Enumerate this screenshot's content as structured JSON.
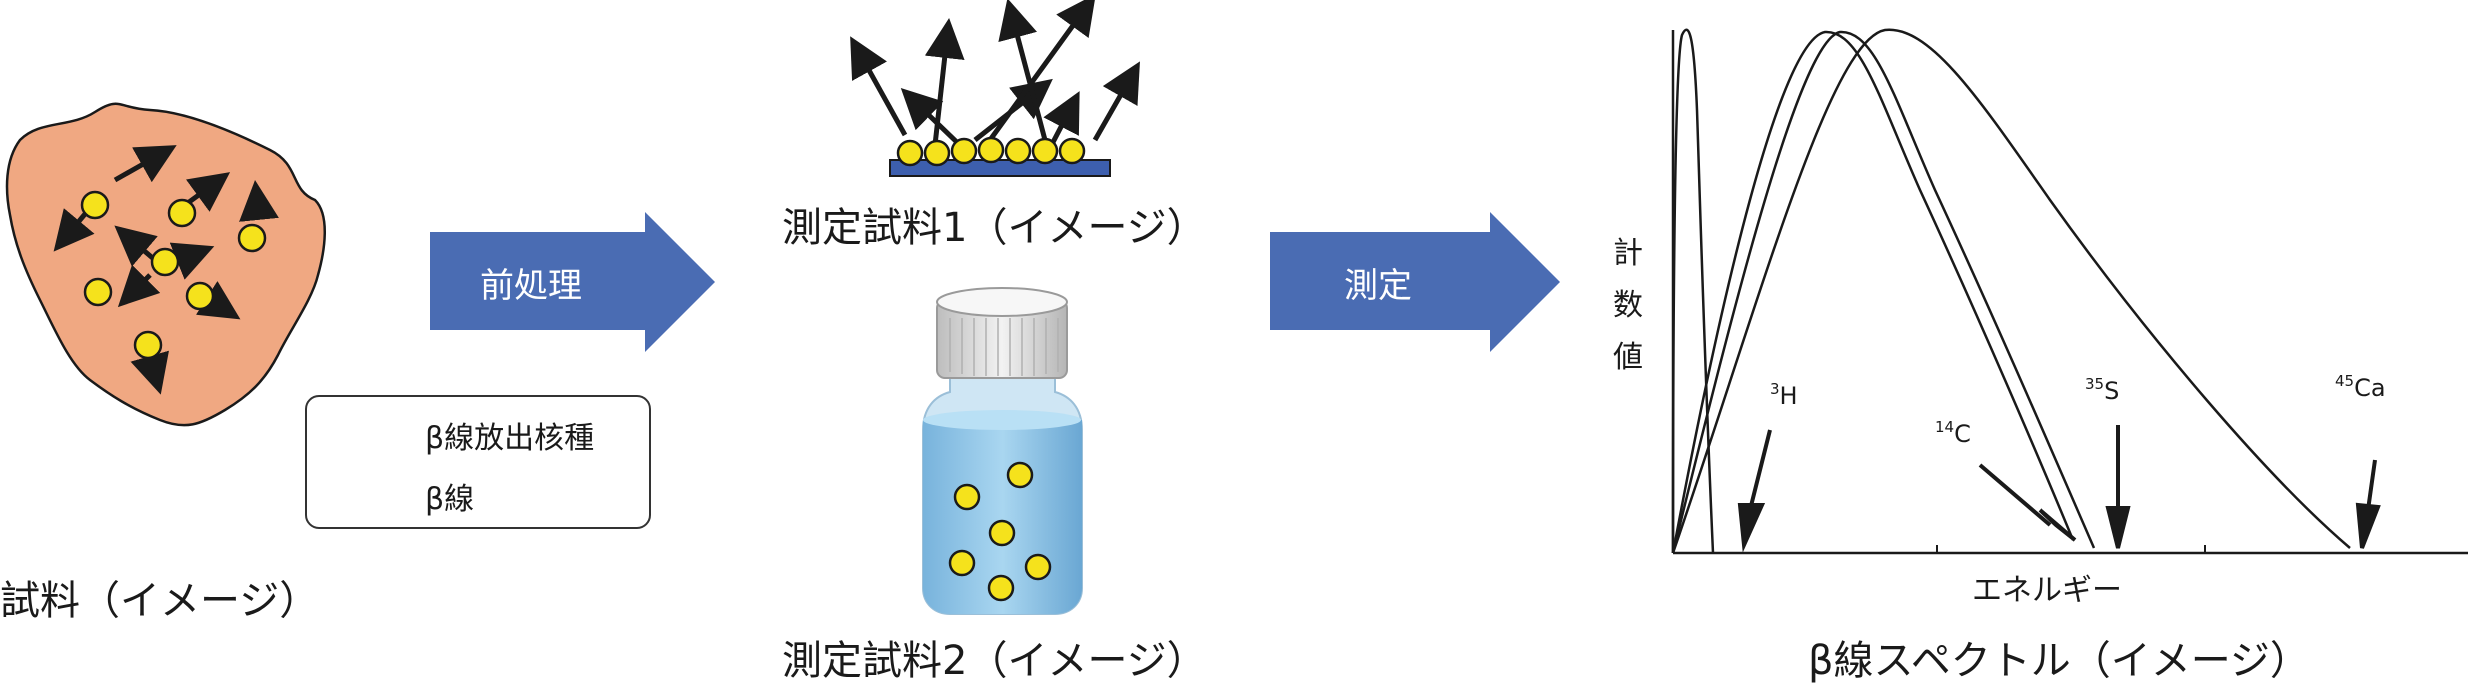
{
  "sample": {
    "caption": "試料（イメージ）"
  },
  "legend": {
    "nuclide_label": "β線放出核種",
    "ray_label": "β線"
  },
  "process_arrow_1": {
    "label": "前処理"
  },
  "process_arrow_2": {
    "label": "測定"
  },
  "sample1": {
    "caption": "測定試料1（イメージ）"
  },
  "sample2": {
    "caption": "測定試料2（イメージ）"
  },
  "spectrum": {
    "caption": "β線スペクトル（イメージ）",
    "ylabel": [
      "計",
      "数",
      "値"
    ],
    "xlabel": "エネルギー",
    "isotopes": [
      {
        "mass": "3",
        "symbol": "H"
      },
      {
        "mass": "14",
        "symbol": "C"
      },
      {
        "mass": "35",
        "symbol": "S"
      },
      {
        "mass": "45",
        "symbol": "Ca"
      }
    ]
  },
  "colors": {
    "sample_fill": "#f0a882",
    "nuclide_fill": "#f5e21c",
    "arrow_fill": "#4a6cb3",
    "substrate": "#3d5fae",
    "vial_liquid": "#8fc4e6",
    "vial_cap": "#d9d9d9"
  }
}
